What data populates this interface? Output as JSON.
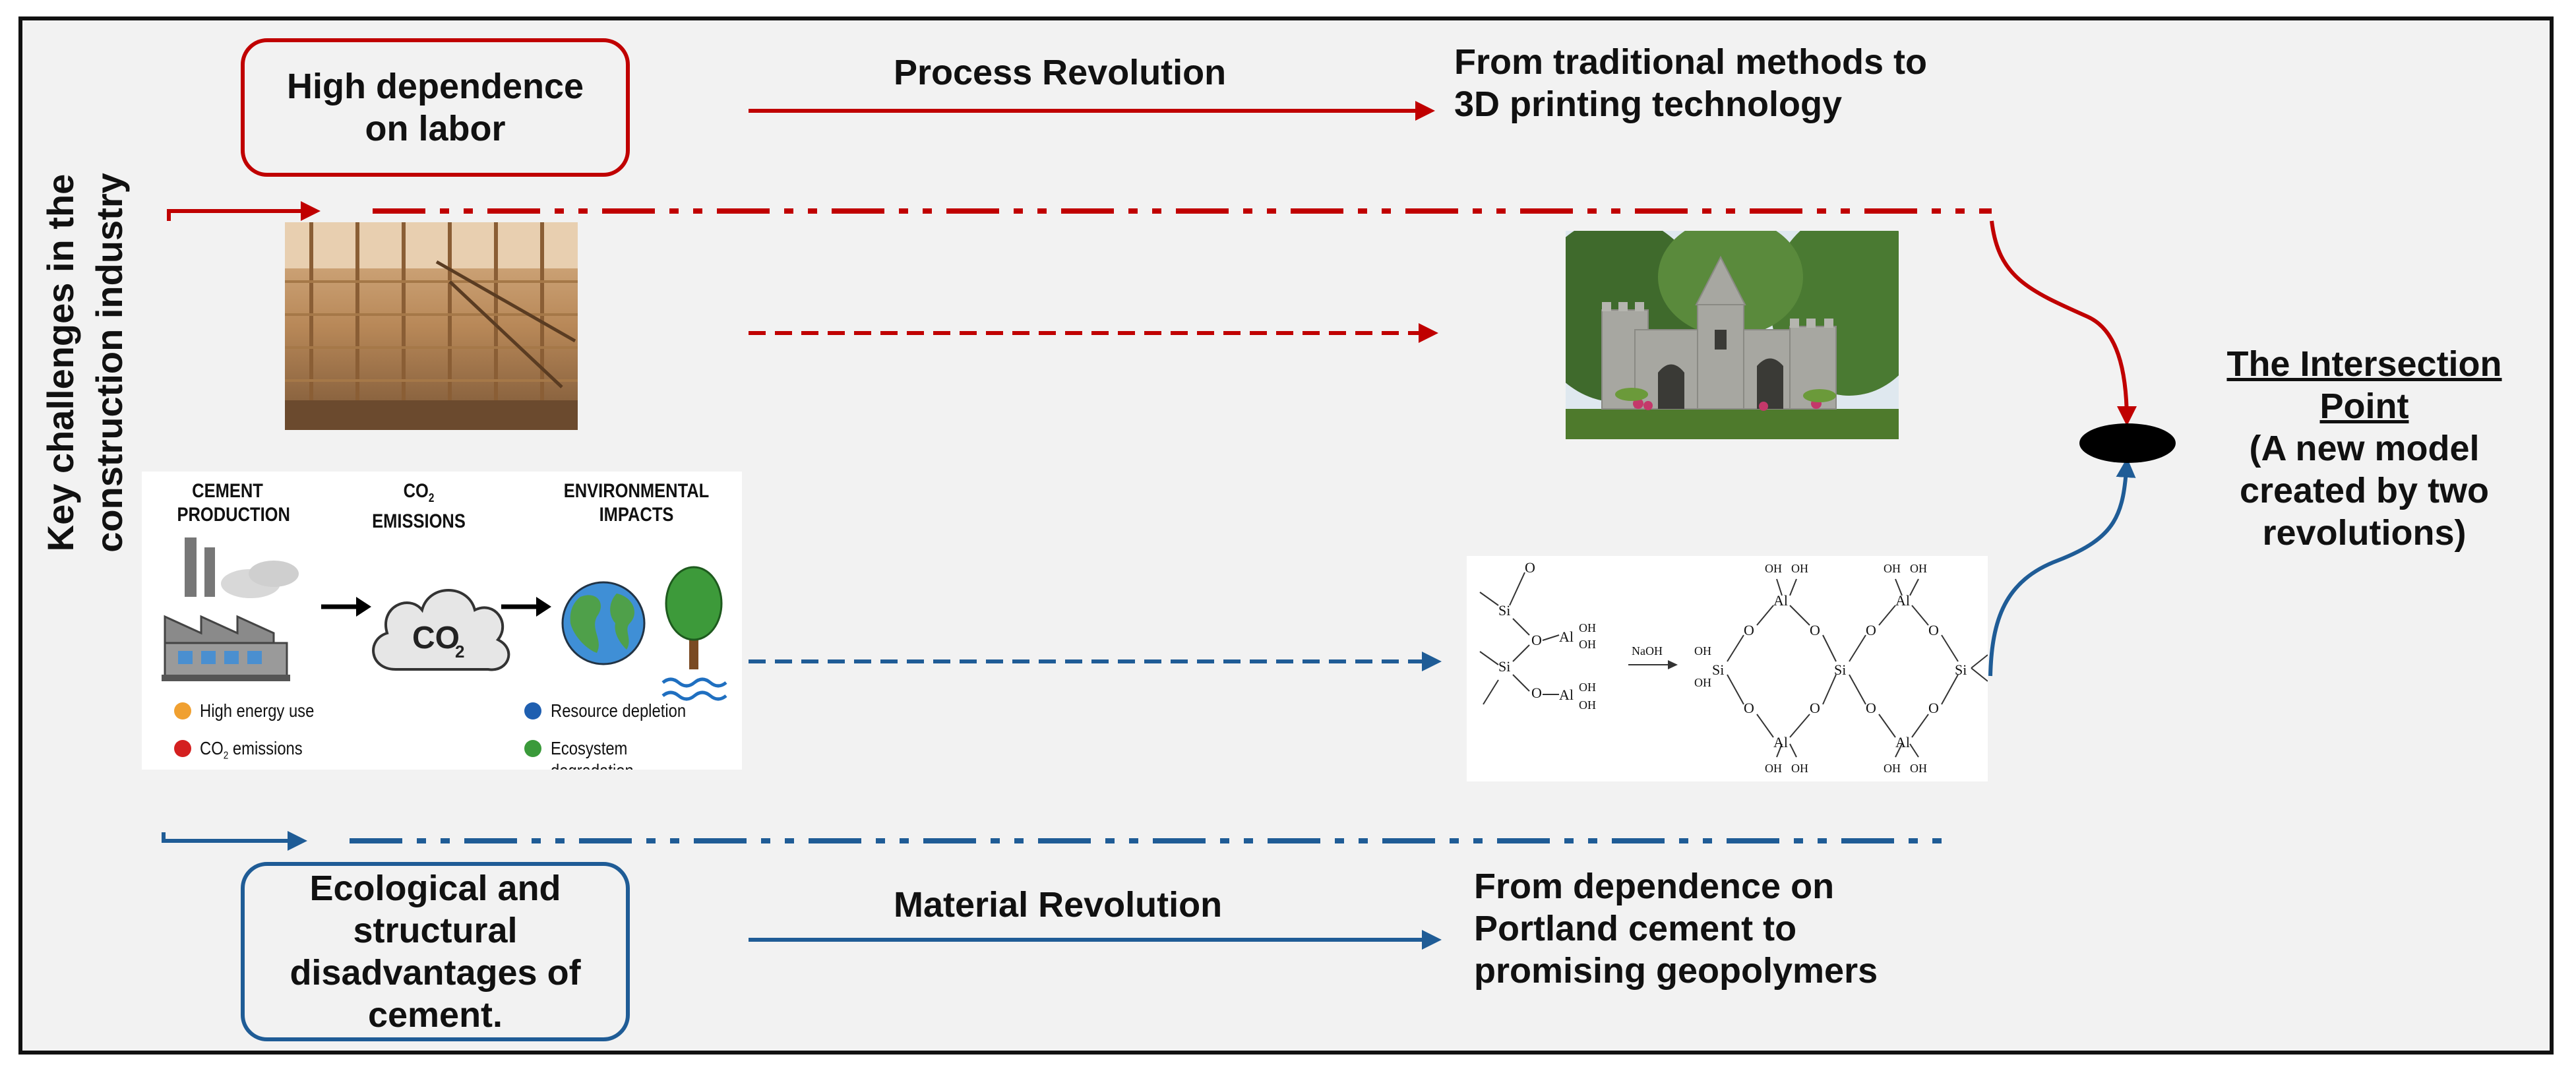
{
  "labor_box": "High dependence on labor",
  "process_revolution": "Process Revolution",
  "process_target_line1": "From traditional methods to",
  "process_target_line2": "3D printing technology",
  "side_label_line1": "Key challenges in the",
  "side_label_line2": "construction industry",
  "cement_box": "Ecological and structural disadvantages of cement.",
  "material_revolution": "Material Revolution",
  "material_target_line1": "From dependence on",
  "material_target_line2": "Portland cement to",
  "material_target_line3": "promising geopolymers",
  "intersection_title_line1": "The Intersection",
  "intersection_title_line2": "Point",
  "intersection_desc_line1": "(A new model",
  "intersection_desc_line2": "created by two",
  "intersection_desc_line3": "revolutions)",
  "cement_graphic": {
    "step1_line1": "CEMENT",
    "step1_line2": "PRODUCTION",
    "step2_line1": "CO",
    "step2_sub": "2",
    "step2_line2": "EMISSIONS",
    "step3_line1": "ENVIRONMENTAL",
    "step3_line2": "IMPACTS",
    "cloud_text": "CO",
    "cloud_sub": "2",
    "legend": [
      {
        "text": "High energy use",
        "color": "#f0a030"
      },
      {
        "text": "CO",
        "sub": "2",
        "tail": " emissions",
        "color": "#d42020"
      },
      {
        "text": "Resource depletion",
        "color": "#1f5fb0"
      },
      {
        "text": "Ecosystem degradation",
        "color": "#3a9a3a"
      }
    ]
  },
  "chem": {
    "si": "Si",
    "o": "O",
    "al": "Al",
    "oh": "OH",
    "naoh": "NaOH"
  },
  "colors": {
    "red": "#c00000",
    "blue": "#1f5c96",
    "frame": "#111111",
    "background": "#f2f2f2"
  }
}
